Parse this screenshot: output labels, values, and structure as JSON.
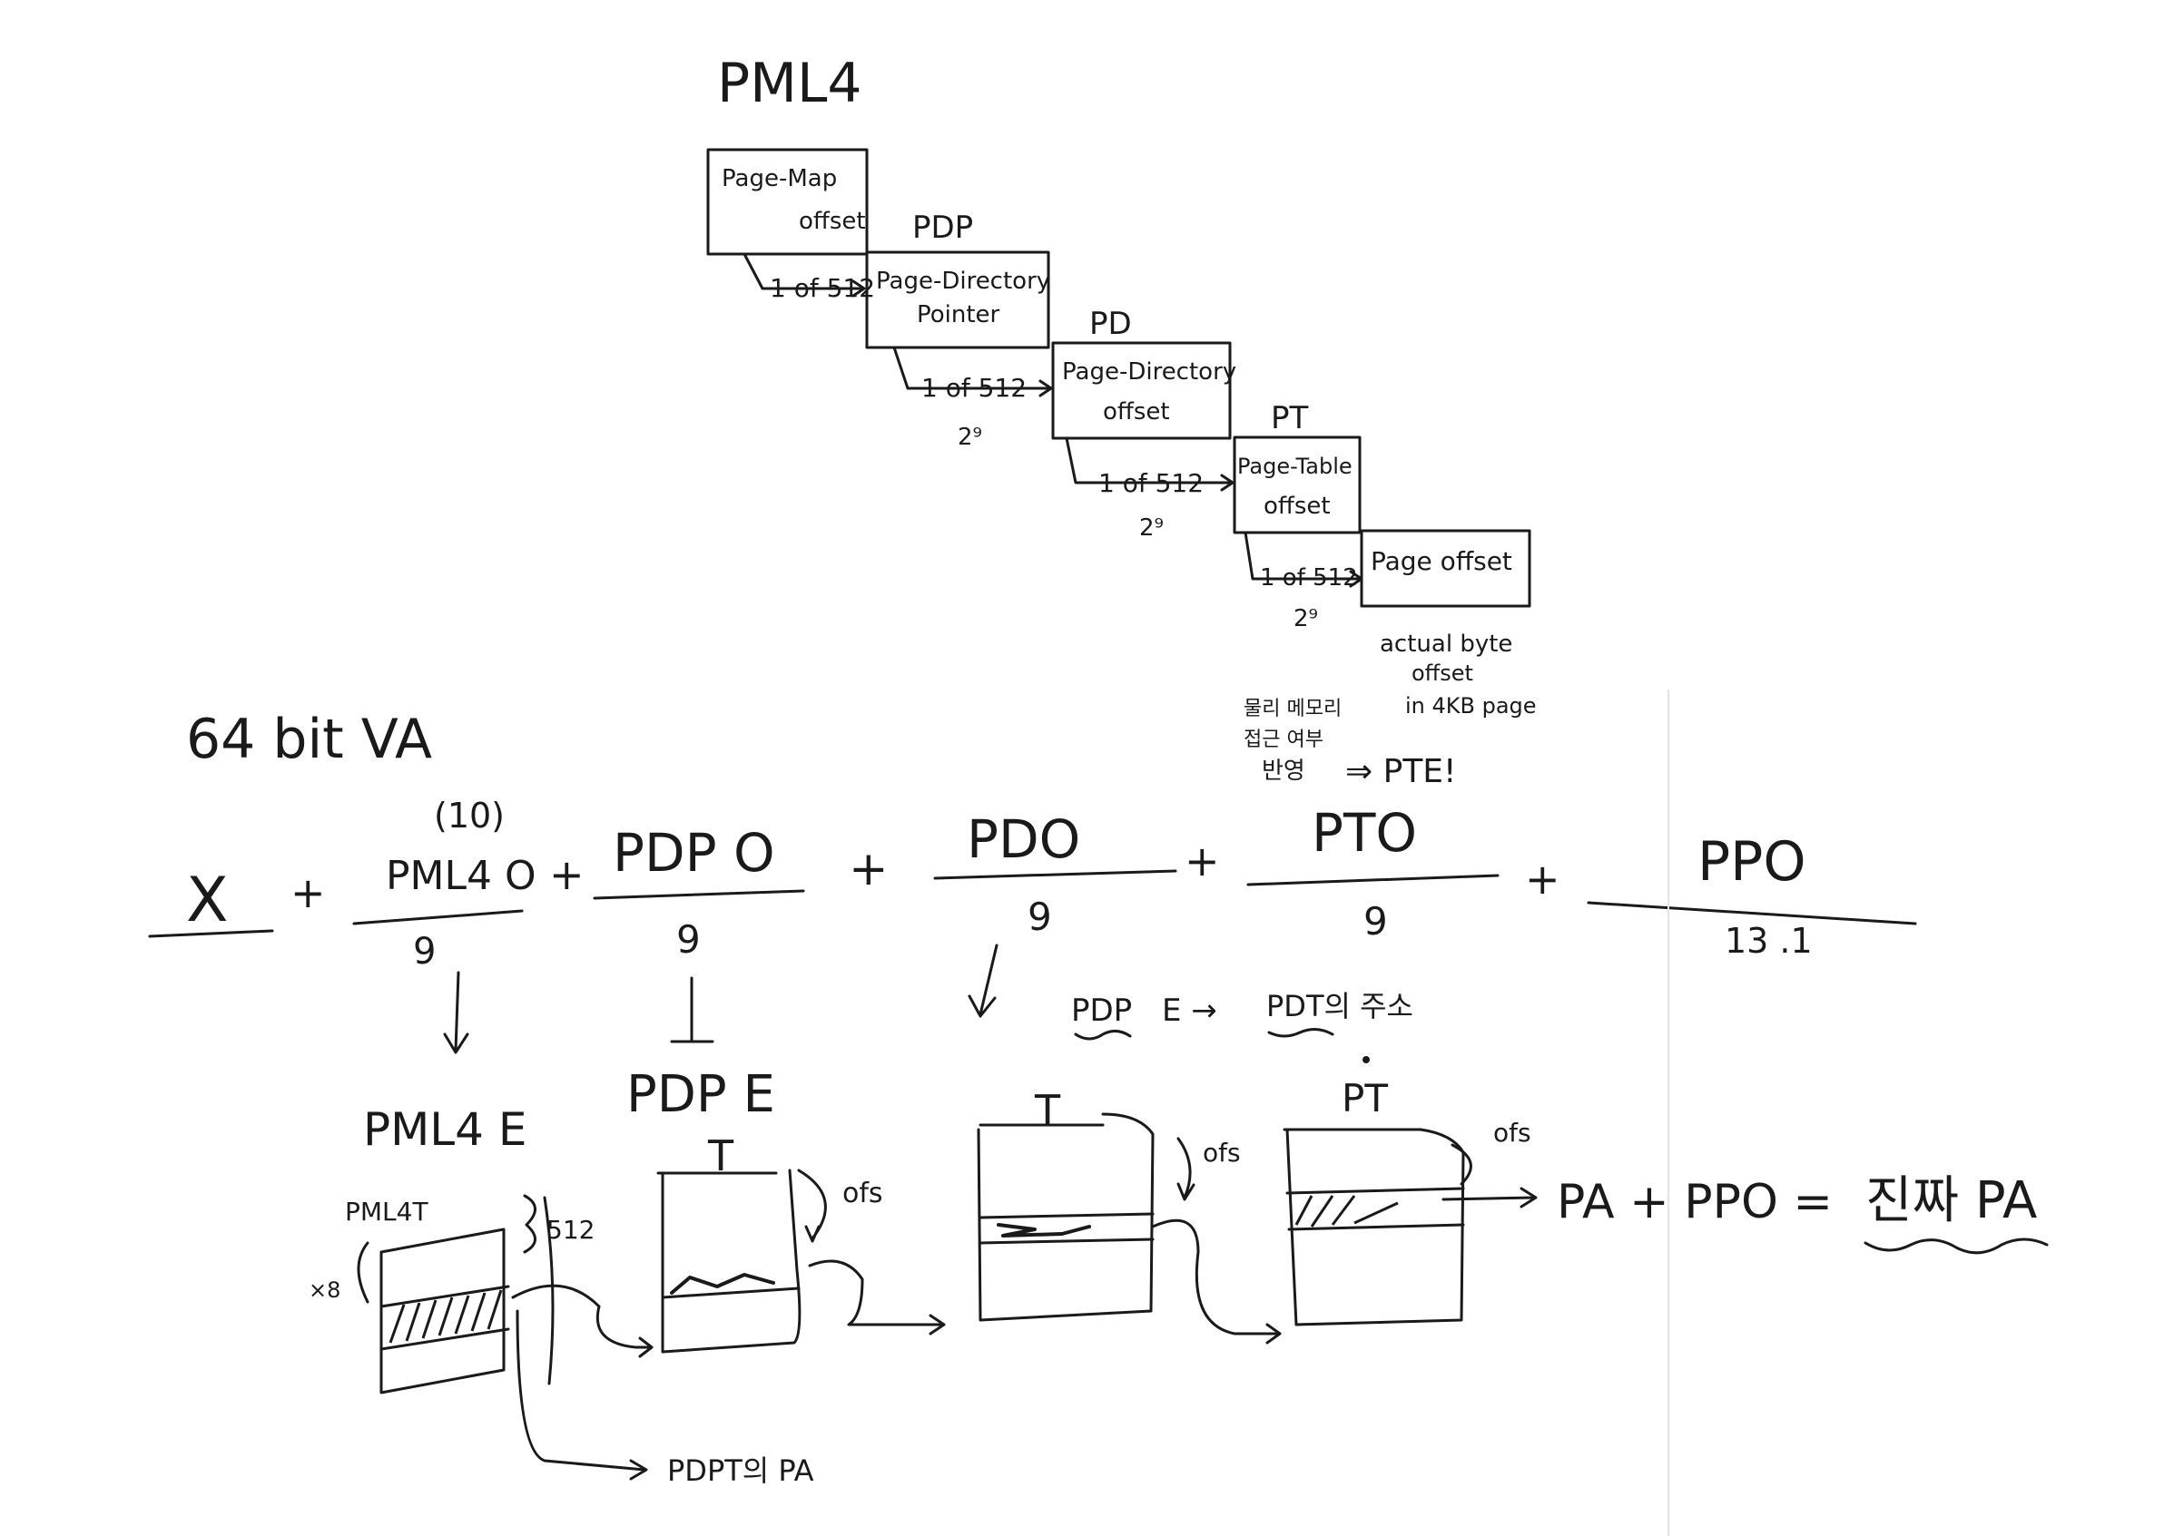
{
  "top": {
    "title": "PML4",
    "pml4_box": [
      "Page-Map",
      "offset"
    ],
    "pdp_label": "PDP",
    "pdp_box": [
      "Page-Directory",
      "Pointer"
    ],
    "pd_label": "PD",
    "pd_box": [
      "Page-Directory",
      "offset"
    ],
    "pt_label": "PT",
    "pt_box": [
      "Page-Table",
      "offset"
    ],
    "page_box": "Page offset",
    "arrows": [
      "1 of 512",
      "1 of 512",
      "1 of 512",
      "1 of 512"
    ],
    "exps": [
      "2⁹",
      "2⁹",
      "2⁹"
    ],
    "actual_note": [
      "actual byte",
      "offset",
      "in 4KB page"
    ],
    "korean_note": [
      "물리 메모리",
      "접근 여부",
      "반영"
    ],
    "pte_note": "⇒ PTE!"
  },
  "va": {
    "title": "64 bit VA",
    "x": "X",
    "x_paren": "(10)",
    "pml4o": "PML4 O",
    "pml4o_bits": "9",
    "pdpo": "PDP O",
    "pdpo_bits": "9",
    "pdo": "PDO",
    "pdo_bits": "9",
    "pto": "PTO",
    "pto_bits": "9",
    "ppo": "PPO",
    "ppo_bits": "13 .1",
    "plus": "+"
  },
  "bottom": {
    "pdpe_note_a": "PDP",
    "pdpe_note_b": "E →",
    "pdpe_note_c": "PDT의 주소",
    "pml4e": "PML4 E",
    "pdpe": "PDP E",
    "pml4t": "PML4T",
    "x8": "×8",
    "size": "512",
    "t_label": "T",
    "t_label_2": "T",
    "pt_label": "PT",
    "ofs": [
      "ofs",
      "ofs",
      "ofs"
    ],
    "pdpt_pa": "PDPT의 PA",
    "equation": "PA + PPO =",
    "real_pa": "진짜 PA"
  }
}
